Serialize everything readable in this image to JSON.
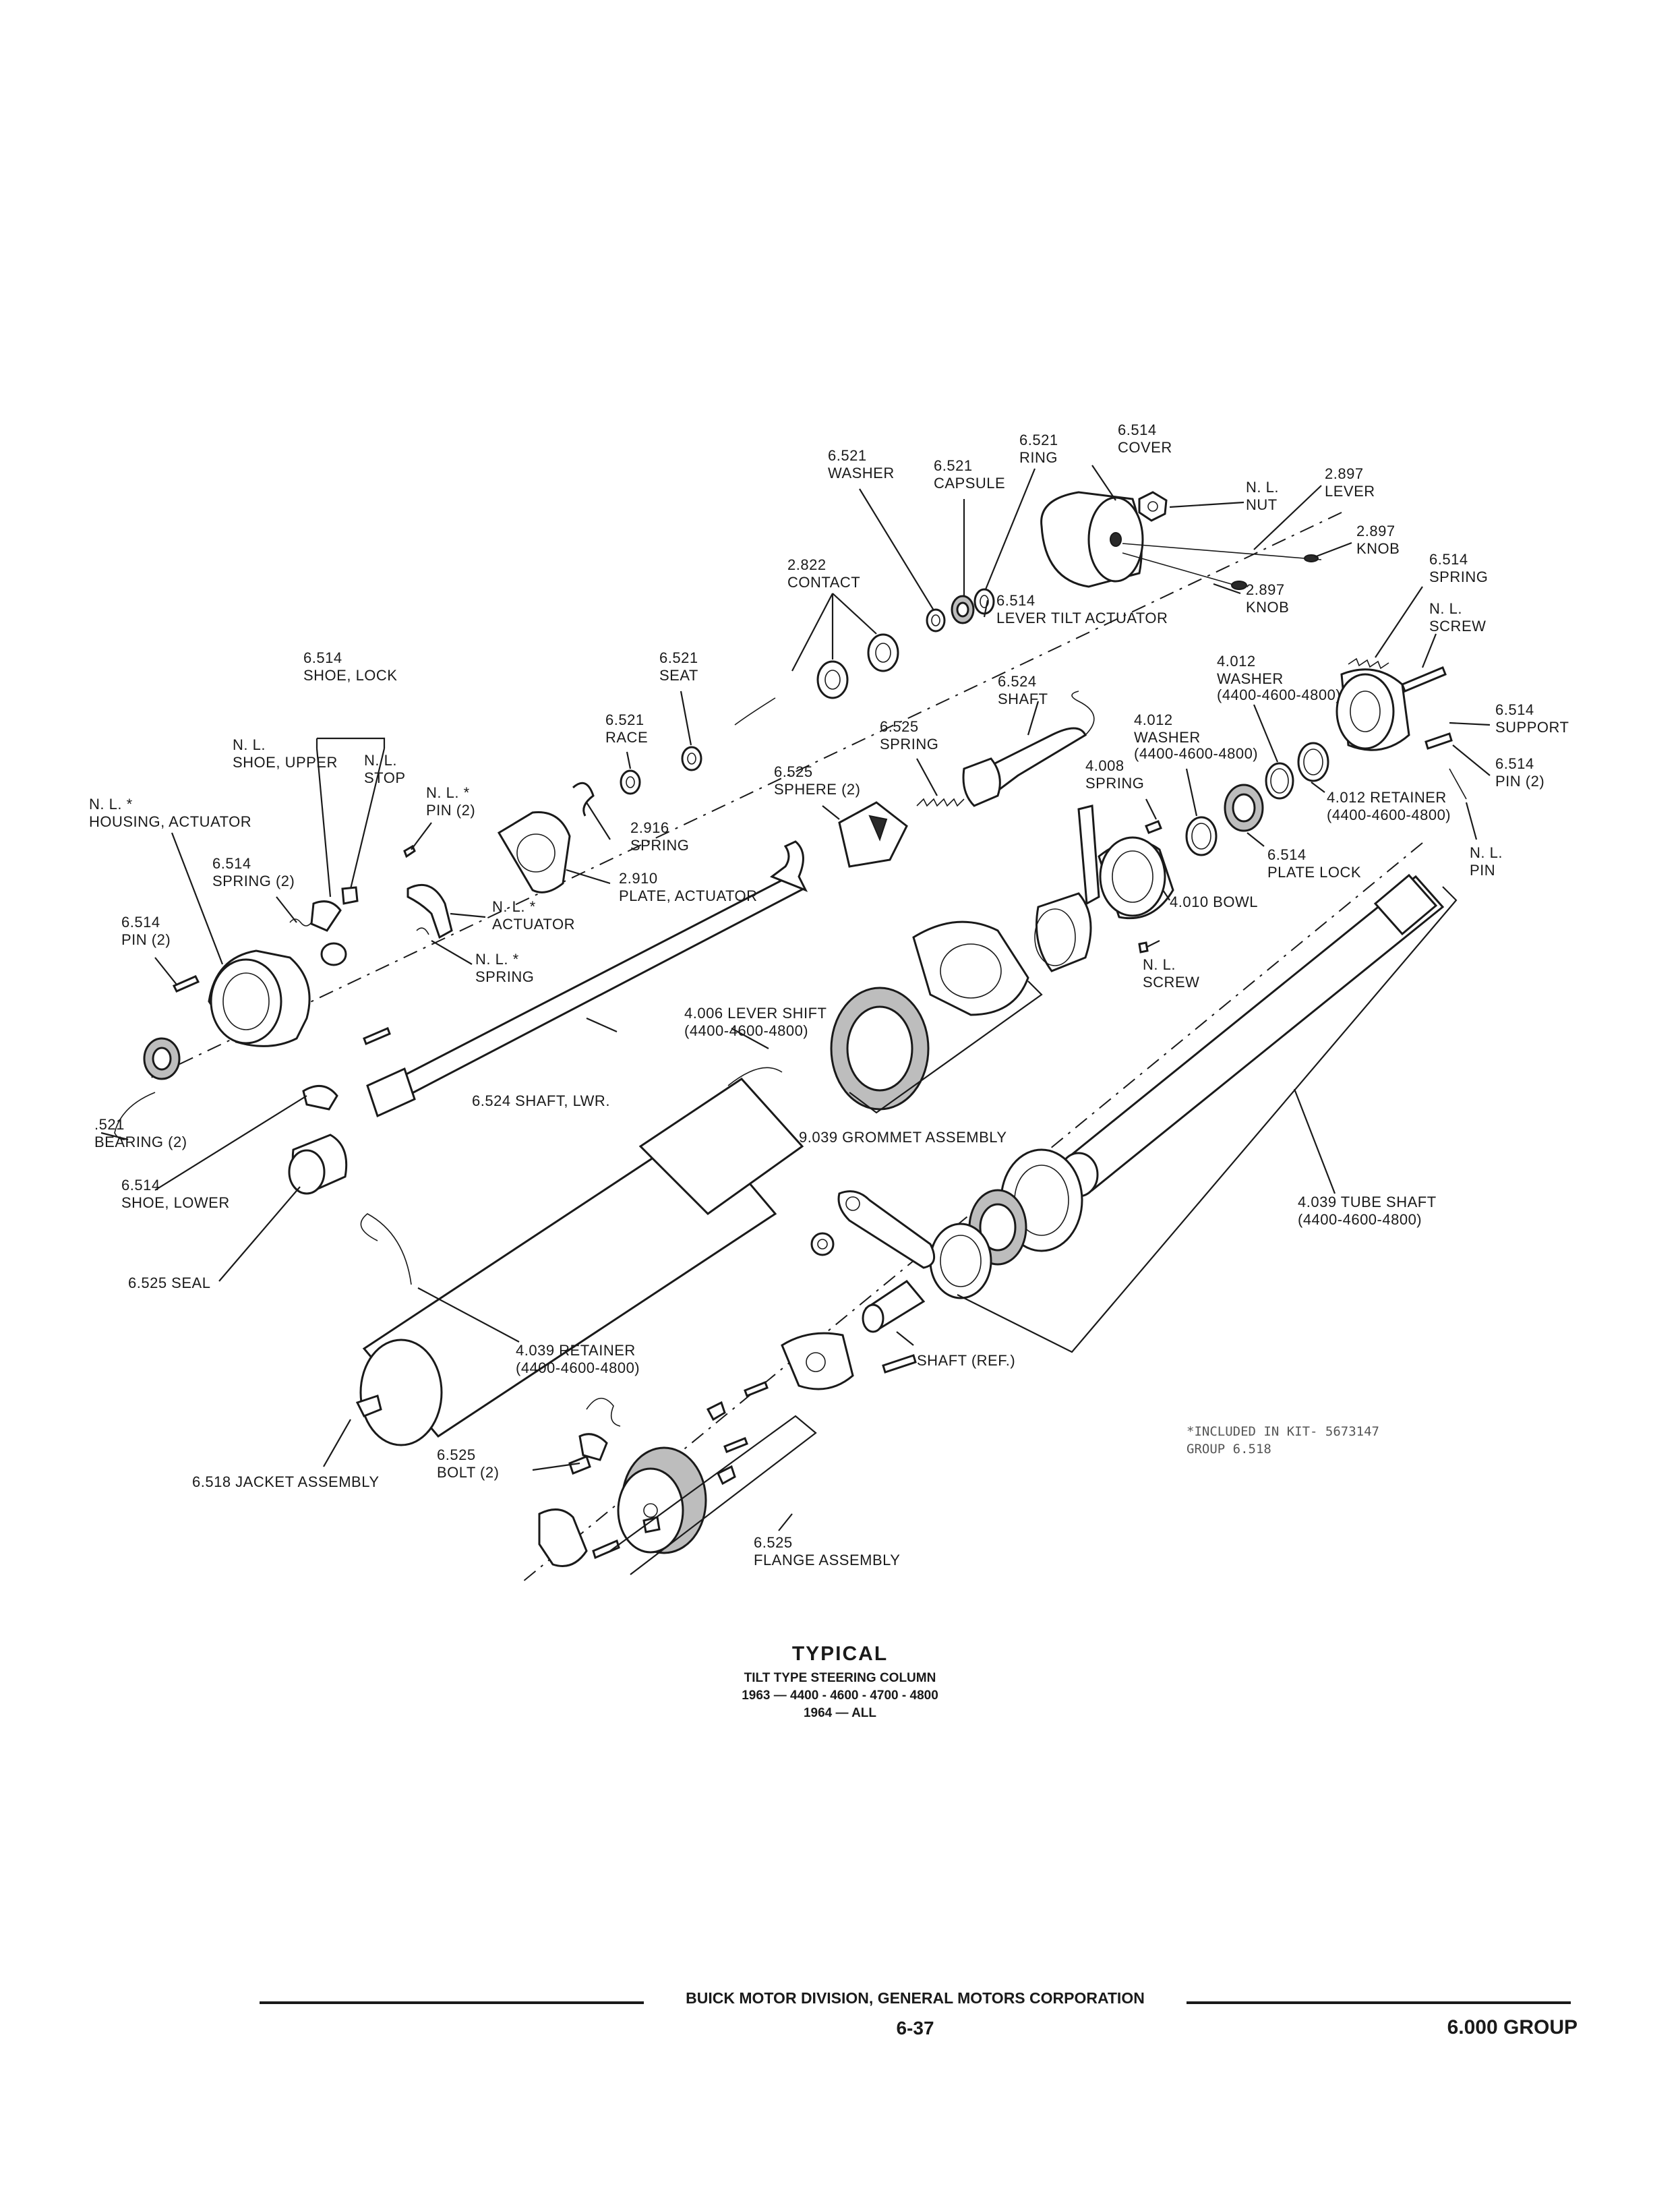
{
  "labels": {
    "washer_6521": [
      "6.521",
      "WASHER"
    ],
    "capsule_6521": [
      "6.521",
      "CAPSULE"
    ],
    "ring_6521": [
      "6.521",
      "RING"
    ],
    "cover_6514": [
      "6.514",
      "COVER"
    ],
    "lever_2897": [
      "2.897",
      "LEVER"
    ],
    "nut_nl": [
      "N. L.",
      "NUT"
    ],
    "knob_2897a": [
      "2.897",
      "KNOB"
    ],
    "knob_2897b": [
      "2.897",
      "KNOB"
    ],
    "spring_6514_top": [
      "6.514",
      "SPRING"
    ],
    "screw_nl_top": [
      "N. L.",
      "SCREW"
    ],
    "support_6514": [
      "6.514",
      "SUPPORT"
    ],
    "pin_6514_right": [
      "6.514",
      "PIN (2)"
    ],
    "pin_nl_right": [
      "N. L.",
      "PIN"
    ],
    "contact_2822": [
      "2.822",
      "CONTACT"
    ],
    "lever_tilt_actuator": [
      "6.514",
      "LEVER TILT ACTUATOR"
    ],
    "washer_4012_a": [
      "4.012",
      "WASHER",
      "(4400-4600-4800)"
    ],
    "washer_4012_b": [
      "4.012",
      "WASHER",
      "(4400-4600-4800)"
    ],
    "retainer_4012": [
      "4.012 RETAINER",
      "(4400-4600-4800)"
    ],
    "spring_4008": [
      "4.008",
      "SPRING"
    ],
    "plate_lock_6514": [
      "6.514",
      "PLATE LOCK"
    ],
    "bowl_4010": [
      "4.010 BOWL"
    ],
    "screw_nl_mid": [
      "N. L.",
      "SCREW"
    ],
    "seat_6521": [
      "6.521",
      "SEAT"
    ],
    "race_6521": [
      "6.521",
      "RACE"
    ],
    "shaft_6524": [
      "6.524",
      "SHAFT"
    ],
    "spring_6525": [
      "6.525",
      "SPRING"
    ],
    "sphere_6525": [
      "6.525",
      "SPHERE (2)"
    ],
    "shoe_lock_6514": [
      "6.514",
      "SHOE, LOCK"
    ],
    "shoe_upper_nl": [
      "N. L.",
      "SHOE, UPPER"
    ],
    "stop_nl": [
      "N. L.",
      "STOP"
    ],
    "pin_nl_left": [
      "N. L. *",
      "PIN (2)"
    ],
    "spring_2916": [
      "2.916",
      "SPRING"
    ],
    "plate_actuator_2910": [
      "2.910",
      "PLATE, ACTUATOR"
    ],
    "actuator_nl": [
      "N. L. *",
      "ACTUATOR"
    ],
    "spring_nl": [
      "N. L. *",
      "SPRING"
    ],
    "housing_actuator_nl": [
      "N. L. *",
      "HOUSING, ACTUATOR"
    ],
    "spring_6514_left": [
      "6.514",
      "SPRING (2)"
    ],
    "pin_6514_left": [
      "6.514",
      "PIN (2)"
    ],
    "bearing_521": [
      ".521",
      "BEARING (2)"
    ],
    "shoe_lower_6514": [
      "6.514",
      "SHOE, LOWER"
    ],
    "seal_6525": [
      "6.525 SEAL"
    ],
    "shaft_lwr_6524": [
      "6.524 SHAFT, LWR."
    ],
    "lever_shift_4006": [
      "4.006 LEVER SHIFT",
      "(4400-4600-4800)"
    ],
    "grommet_9039": [
      "9.039 GROMMET ASSEMBLY"
    ],
    "tube_shaft_4039": [
      "4.039 TUBE SHAFT",
      "(4400-4600-4800)"
    ],
    "retainer_4039": [
      "4.039 RETAINER",
      "(4400-4600-4800)"
    ],
    "shaft_ref": [
      "SHAFT (REF.)"
    ],
    "jacket_6518": [
      "6.518 JACKET ASSEMBLY"
    ],
    "bolt_6525": [
      "6.525",
      "BOLT (2)"
    ],
    "flange_6525": [
      "6.525",
      "FLANGE ASSEMBLY"
    ]
  },
  "stamp": [
    "*INCLUDED IN KIT- 5673147",
    "GROUP 6.518"
  ],
  "caption": {
    "title": "TYPICAL",
    "line1": "TILT TYPE STEERING COLUMN",
    "line2": "1963 — 4400 - 4600 - 4700 - 4800",
    "line3": "1964 — ALL"
  },
  "footer": {
    "division": "BUICK MOTOR DIVISION, GENERAL MOTORS CORPORATION",
    "page": "6-37",
    "group": "6.000 GROUP"
  }
}
